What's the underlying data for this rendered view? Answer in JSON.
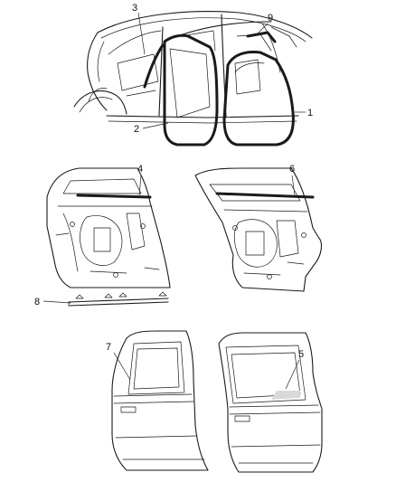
{
  "diagram": {
    "callouts": {
      "c1": "1",
      "c2": "2",
      "c3": "3",
      "c4": "4",
      "c5": "5",
      "c6": "6",
      "c7": "7",
      "c8": "8",
      "c9": "9"
    },
    "colors": {
      "line": "#1a1a1a",
      "background": "#ffffff",
      "shade": "#d9d9d9"
    }
  }
}
